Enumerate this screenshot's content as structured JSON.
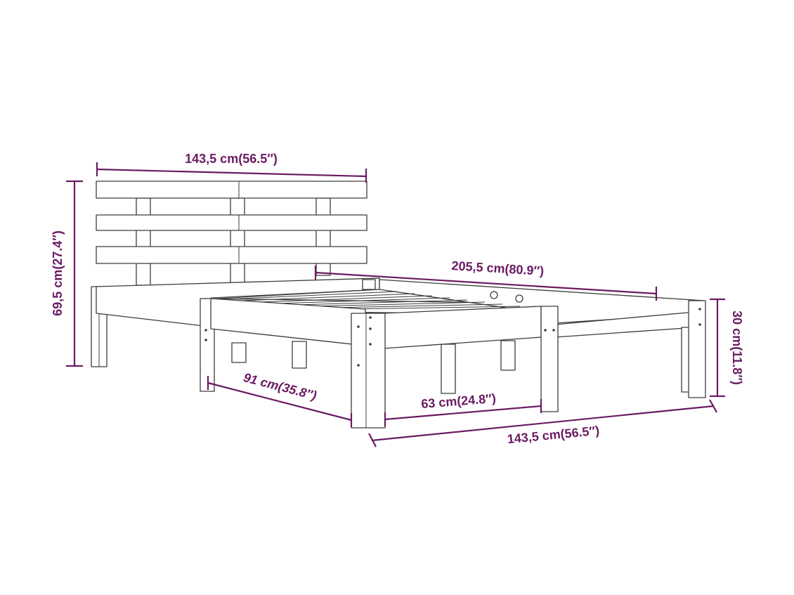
{
  "colors": {
    "dimension": "#6a1b63",
    "outline": "#3c3c3c",
    "background": "#ffffff"
  },
  "dimensions": {
    "headboard_width": "143,5 cm(56.5″)",
    "headboard_height": "69,5 cm(27.4″)",
    "bed_length": "205,5 cm(80.9″)",
    "bed_height": "30 cm(11.8″)",
    "leg_depth": "91 cm(35.8″)",
    "inner_width": "63 cm(24.8″)",
    "bed_width": "143,5 cm(56.5″)"
  }
}
